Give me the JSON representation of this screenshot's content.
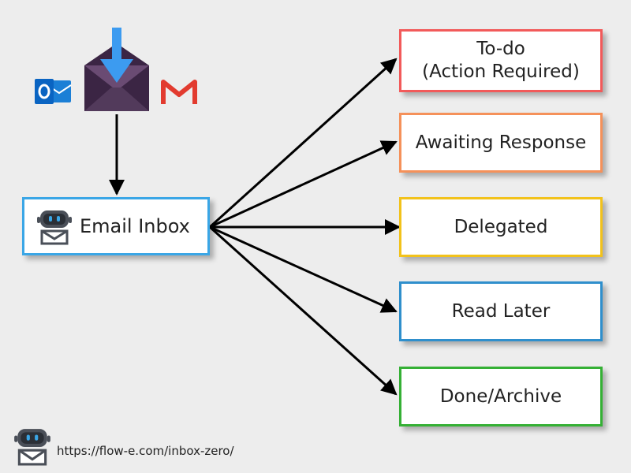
{
  "diagram": {
    "source_icons": [
      "outlook-icon",
      "inbox-download-icon",
      "gmail-icon"
    ],
    "inbox": {
      "label": "Email Inbox",
      "color": "#3aa6e6"
    },
    "categories": [
      {
        "label": "To-do\n(Action Required)",
        "color": "#f25a5a"
      },
      {
        "label": "Awaiting Response",
        "color": "#f5915a"
      },
      {
        "label": "Delegated",
        "color": "#f2c21b"
      },
      {
        "label": "Read Later",
        "color": "#2f8fcc"
      },
      {
        "label": "Done/Archive",
        "color": "#35b035"
      }
    ]
  },
  "footer": {
    "url": "https://flow-e.com/inbox-zero/"
  }
}
